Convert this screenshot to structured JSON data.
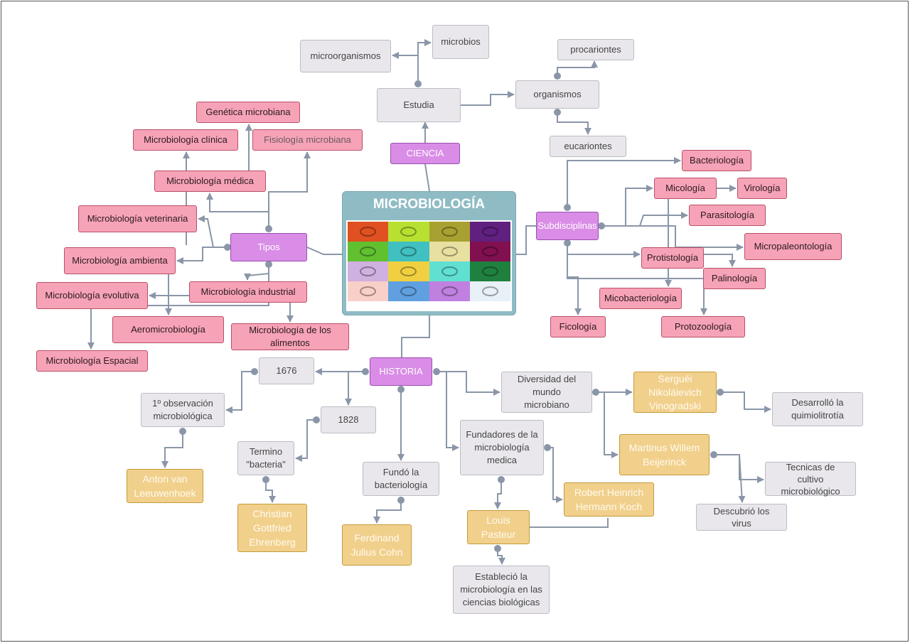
{
  "title": "MICROBIOLOGÍA",
  "colors": {
    "pink": "#f7a3b7",
    "purple": "#d98de6",
    "gray": "#e9e7ec",
    "gold": "#f1d08c",
    "edge": "#8a96a8",
    "header": "#8fbcc4"
  },
  "image_cells": [
    "#e05020",
    "#b8e030",
    "#a8a030",
    "#602080",
    "#60c030",
    "#40c0c0",
    "#e8e0a0",
    "#801050",
    "#d0b0e0",
    "#f0d040",
    "#60e0d0",
    "#208040",
    "#f8d0c8",
    "#60a0e0",
    "#c080e0",
    "#e8f0f8"
  ],
  "ciencia": {
    "label": "CIENCIA",
    "estudia": "Estudia",
    "microorganismos": "microorganismos",
    "microbios": "microbios",
    "organismos": "organismos",
    "procariontes": "procariontes",
    "eucariontes": "eucariontes"
  },
  "tipos": {
    "label": "Tipos",
    "items": [
      "Genética microbiana",
      "Microbiología clínica",
      "Fisiología microbiana",
      "Microbiología médica",
      "Microbiología veterinaria",
      "Microbiología ambienta",
      "Microbiología evolutiva",
      "Microbiología industrial",
      "Aeromicrobiología",
      "Microbiología de los alimentos",
      "Microbiología Espacial"
    ]
  },
  "subdisciplinas": {
    "label": "Subdisciplinas",
    "items": [
      "Bacteriología",
      "Micología",
      "Virología",
      "Parasitología",
      "Micropaleontología",
      "Protistología",
      "Palinología",
      "Micobacteriología",
      "Ficología",
      "Protozoología"
    ]
  },
  "historia": {
    "label": "HISTORIA",
    "nodes": [
      "1676",
      "1º observación microbiológica",
      "1828",
      "Termino \"bacteria\"",
      "Fundó la bacteriología",
      "Diversidad del mundo microbiano",
      "Fundadores de la microbiología medica",
      "Estableció la microbiología en las ciencias biológicas",
      "Desarrolló la quimiolitrotía",
      "Tecnicas de cultivo microbiológico",
      "Descubrió los virus"
    ],
    "people": [
      "Anton van Leeuwenhoek",
      "Christian Gottfried Ehrenberg",
      "Ferdinand Julius Cohn",
      "Louis Pasteur",
      "Robert Heinrich Hermann Koch",
      "Serguéi Nikoláievich Vinogradski",
      "Martinus Willem Beijerinck"
    ]
  }
}
